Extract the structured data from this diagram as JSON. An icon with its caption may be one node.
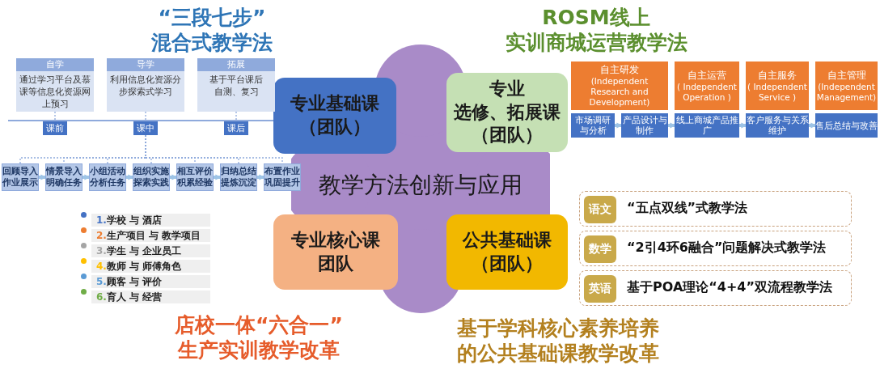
{
  "diagram": {
    "nodes": [
      {
        "text": [
          "教学方法创新与应用"
        ]
      },
      {
        "text": [
          "专业基础课（团队）"
        ]
      },
      {
        "text": [
          "专业选修、拓展课（团队）"
        ]
      },
      {
        "text": [
          "专业核心课团队"
        ]
      },
      {
        "text": [
          "公共基础课（团队）"
        ]
      },
      {
        "text": [
          "自学",
          "通过学习平台及慕课等信息化资源网上预习"
        ]
      },
      {
        "text": [
          "导学",
          "利用信息化资源分步探索式学习"
        ]
      },
      {
        "text": [
          "拓展",
          "基于平台课后自测、复习"
        ]
      },
      {
        "text": [
          "课前"
        ]
      },
      {
        "text": [
          "课中"
        ]
      },
      {
        "text": [
          "课后"
        ]
      },
      {
        "text": [
          "回顾导入作业展示"
        ]
      },
      {
        "text": [
          "情景导入明确任务"
        ]
      },
      {
        "text": [
          "小组活动分析任务"
        ]
      },
      {
        "text": [
          "组织实施探索实践"
        ]
      },
      {
        "text": [
          "相互评价积累经验"
        ]
      },
      {
        "text": [
          "归纳总结提炼沉淀"
        ]
      },
      {
        "text": [
          "布置作业巩固提升"
        ]
      },
      {
        "text": [
          "自主研发",
          "(Independent Research and Development)"
        ]
      },
      {
        "text": [
          "自主运营",
          "( Independent Operation )"
        ]
      },
      {
        "text": [
          "自主服务",
          "( Independent Service )"
        ]
      },
      {
        "text": [
          "自主管理",
          "(Independent Management)"
        ]
      },
      {
        "text": [
          "市场调研与分析"
        ]
      },
      {
        "text": [
          "产品设计与制作"
        ]
      },
      {
        "text": [
          "线上商城产品推广"
        ]
      },
      {
        "text": [
          "客户服务与关系维护"
        ]
      },
      {
        "text": [
          "售后总结与改善"
        ]
      },
      {
        "text": [
          "1.",
          "学校 与 酒店"
        ]
      },
      {
        "text": [
          "2.",
          "生产项目 与 教学项目"
        ]
      },
      {
        "text": [
          "3.",
          "学生 与 企业员工"
        ]
      },
      {
        "text": [
          "4.",
          "教师 与 师傅角色"
        ]
      },
      {
        "text": [
          "5.",
          "顾客 与 评价"
        ]
      },
      {
        "text": [
          "6.",
          "育人 与 经营"
        ]
      },
      {
        "text": [
          "“五点双线”式教学法"
        ]
      },
      {
        "text": [
          "语文"
        ],
        "in": 33
      },
      {
        "text": [
          "“2引4环6融合”问题解决式教学法"
        ]
      },
      {
        "text": [
          "数学"
        ],
        "in": 35
      },
      {
        "text": [
          "基于POA理论“4+4”双流程教学法"
        ]
      },
      {
        "text": [
          "英语"
        ],
        "in": 37
      }
    ],
    "edges": [
      {
        "from": 5,
        "to": 8,
        "arrow": "none",
        "style": "dashed"
      },
      {
        "from": 6,
        "to": 9,
        "arrow": "none",
        "style": "dashed"
      },
      {
        "from": 7,
        "to": 10,
        "arrow": "none",
        "style": "dashed"
      },
      {
        "from": 9,
        "to": 11,
        "arrow": "none",
        "style": "dashed"
      },
      {
        "from": 9,
        "to": 12,
        "arrow": "none",
        "style": "dashed"
      },
      {
        "from": 9,
        "to": 13,
        "arrow": "none",
        "style": "dashed"
      },
      {
        "from": 9,
        "to": 14,
        "arrow": "none",
        "style": "dashed"
      },
      {
        "from": 9,
        "to": 15,
        "arrow": "none",
        "style": "dashed"
      },
      {
        "from": 9,
        "to": 16,
        "arrow": "none",
        "style": "dashed"
      },
      {
        "from": 9,
        "to": 17,
        "arrow": "none",
        "style": "dashed"
      },
      {
        "from": 11,
        "to": 12,
        "arrow": "to",
        "style": "thick"
      },
      {
        "from": 12,
        "to": 13,
        "arrow": "to",
        "style": "thick"
      },
      {
        "from": 13,
        "to": 14,
        "arrow": "to",
        "style": "thick"
      },
      {
        "from": 14,
        "to": 15,
        "arrow": "to",
        "style": "thick"
      },
      {
        "from": 15,
        "to": 16,
        "arrow": "to",
        "style": "thick"
      },
      {
        "from": 16,
        "to": 17,
        "arrow": "to",
        "style": "thick"
      },
      {
        "from": 22,
        "to": 23,
        "arrow": "to",
        "style": "thick"
      },
      {
        "from": 23,
        "to": 24,
        "arrow": "to",
        "style": "thick"
      },
      {
        "from": 24,
        "to": 25,
        "arrow": "to",
        "style": "thick"
      },
      {
        "from": 25,
        "to": 26,
        "arrow": "to",
        "style": "thick"
      }
    ],
    "labels": [
      "“三段七步”混合式教学法",
      "ROSM线上实训商城运营教学法",
      "店校一体“六合一”生产实训教学改革",
      "基于学科核心素养培养的公共基础课教学改革"
    ]
  }
}
